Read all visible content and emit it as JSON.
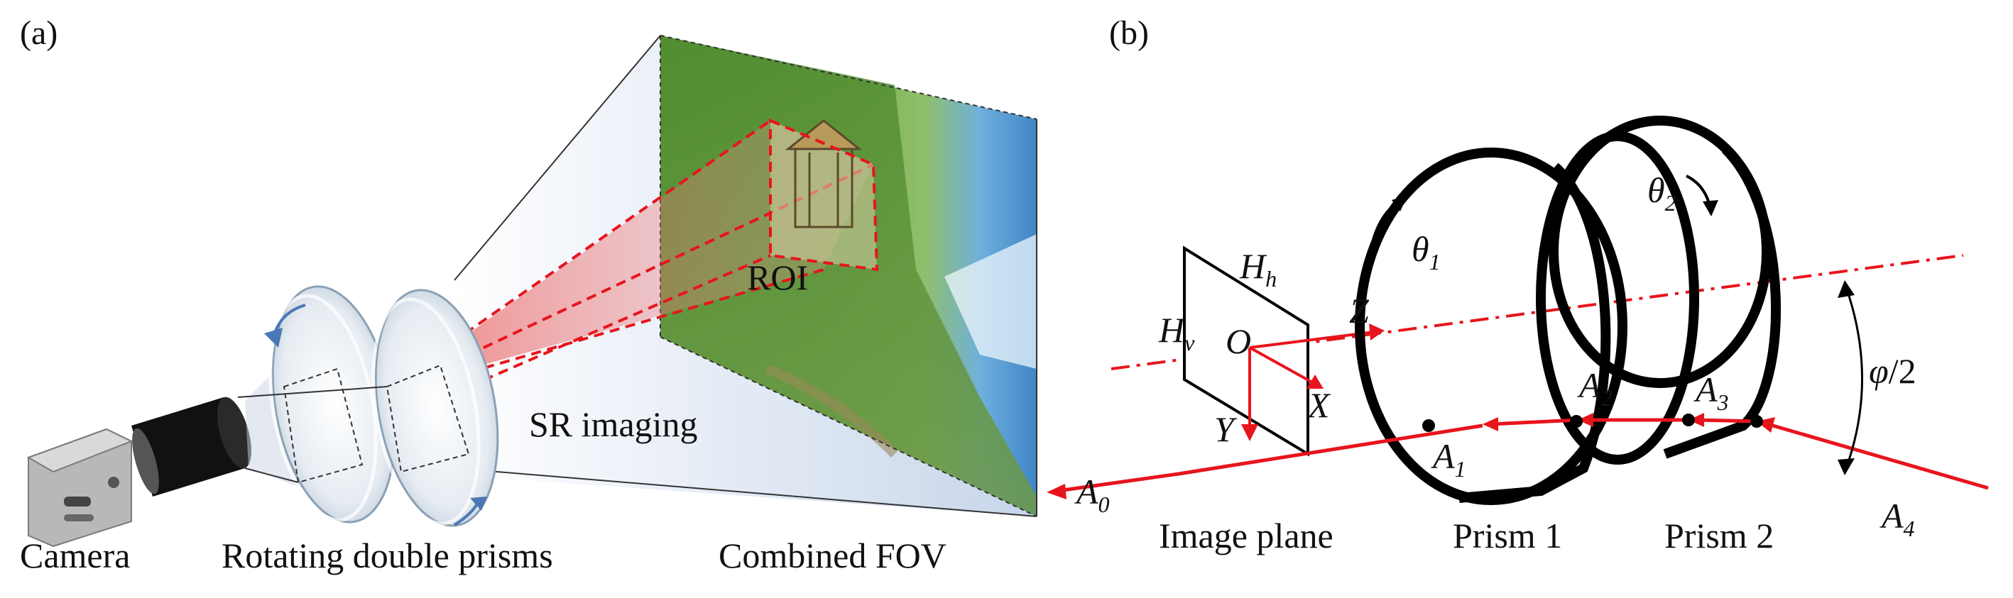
{
  "panel_a": {
    "tag": "(a)",
    "labels": {
      "camera": "Camera",
      "rotating_prisms": "Rotating double prisms",
      "combined_fov": "Combined FOV",
      "sr_imaging": "SR imaging",
      "roi": "ROI"
    }
  },
  "panel_b": {
    "tag": "(b)",
    "labels": {
      "image_plane": "Image plane",
      "prism1": "Prism 1",
      "prism2": "Prism 2",
      "h": "H",
      "h_sub_h": "h",
      "h_sub_v": "v",
      "origin": "O",
      "axis_x": "X",
      "axis_y": "Y",
      "axis_z": "Z",
      "theta": "θ",
      "theta1_sub": "1",
      "theta2_sub": "2",
      "a": "A",
      "a0_sub": "0",
      "a1_sub": "1",
      "a2_sub": "2",
      "a3_sub": "3",
      "a4_sub": "4",
      "phi": "φ",
      "phi_suffix": "/2"
    }
  },
  "colors": {
    "ray": "#e8141c",
    "outline": "#000000",
    "sky": "#7db8e3",
    "grass": "#5f9a3c"
  }
}
